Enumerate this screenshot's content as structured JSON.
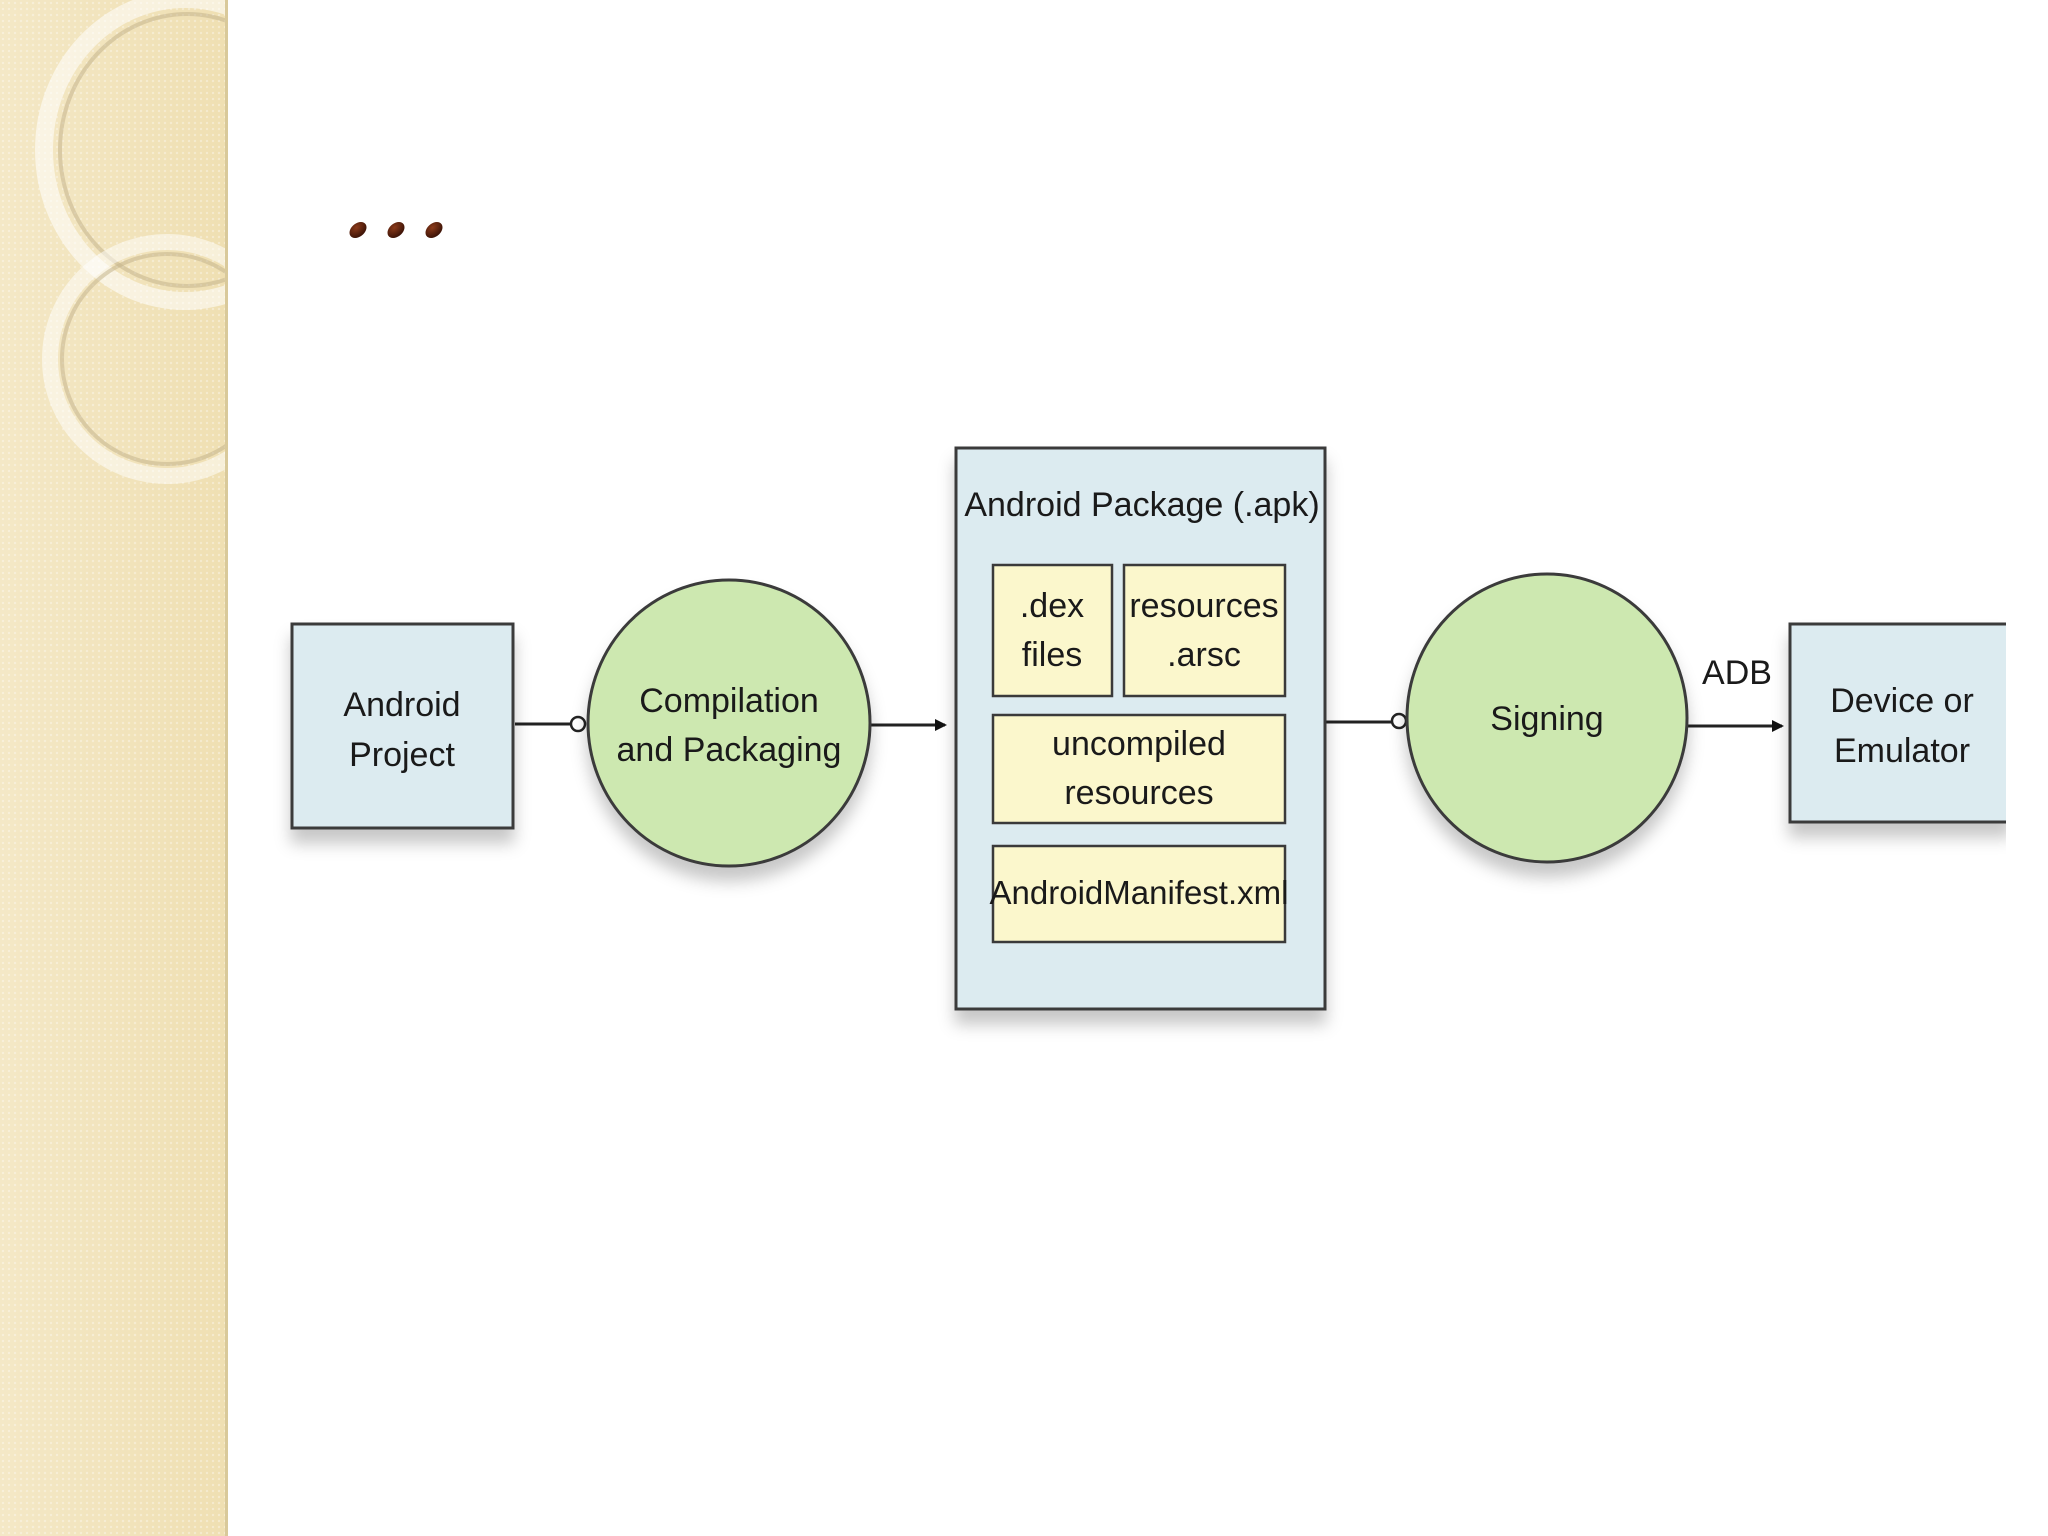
{
  "slide": {
    "title": "…"
  },
  "diagram": {
    "nodes": {
      "android_project": [
        "Android",
        "Project"
      ],
      "compilation": [
        "Compilation",
        "and Packaging"
      ],
      "apk": {
        "title": "Android Package (.apk)",
        "dex": [
          ".dex",
          "files"
        ],
        "resources_arsc": [
          "resources",
          ".arsc"
        ],
        "uncompiled": [
          "uncompiled",
          "resources"
        ],
        "manifest": "AndroidManifest.xml"
      },
      "signing": "Signing",
      "device": [
        "Device or",
        "Emulator"
      ]
    },
    "edge_labels": {
      "adb": "ADB"
    }
  },
  "colors": {
    "box_fill": "#dcebf0",
    "circle_fill": "#cde8b0",
    "inner_fill": "#fbf7cc",
    "stroke": "#3a3a3a",
    "side_band": "#f2e4bd",
    "title_dots": "#4a1a0a"
  }
}
